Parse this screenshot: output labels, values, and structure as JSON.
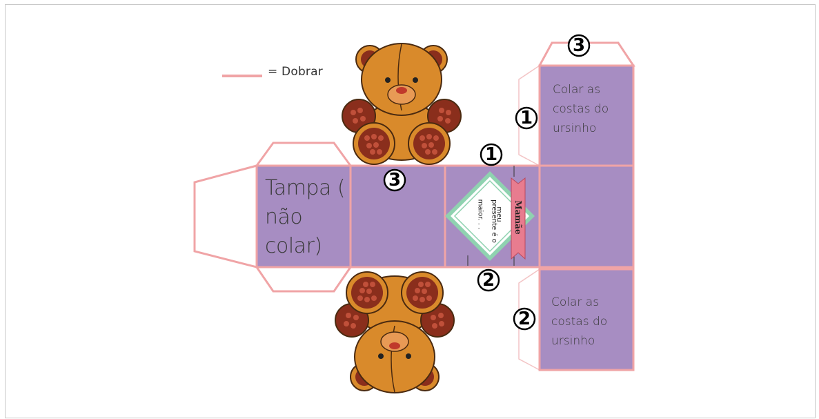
{
  "legend": {
    "line_color": "#f0a4a6",
    "label": "= Dobrar"
  },
  "colors": {
    "panel": "#a78dc2",
    "fold_line": "#f0a4a6",
    "bear_body": "#d98a2b",
    "bear_paw": "#8a2e1c",
    "diamond_border": "#8fd2b0",
    "ribbon": "#e87c8f"
  },
  "lid_panel": {
    "text": "Tampa ( não colar)"
  },
  "glue_top": {
    "text": "Colar as costas do ursinho"
  },
  "glue_bottom": {
    "text": "Colar as costas do ursinho"
  },
  "numbers": {
    "n1": "1",
    "n2": "2",
    "n3": "3"
  },
  "tag": {
    "line1": "meu",
    "line2": "presente é o",
    "line3": "maior. . .",
    "ribbon": "Mamãe"
  },
  "icons": [
    "teddy-bear-top-icon",
    "teddy-bear-bottom-icon",
    "gift-tag-icon"
  ]
}
